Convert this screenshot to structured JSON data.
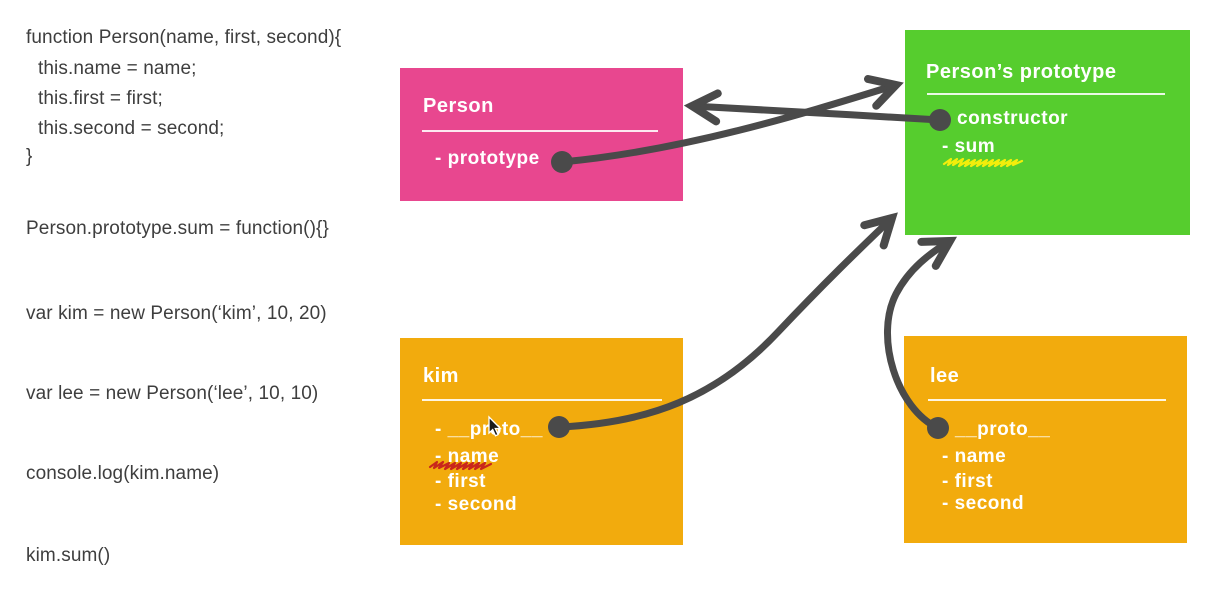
{
  "code": {
    "lines": [
      "function Person(name, first, second){",
      "this.name = name;",
      "this.first = first;",
      "this.second = second;",
      "}",
      "Person.prototype.sum = function(){}",
      "var kim = new Person(‘kim’, 10, 20)",
      "var lee = new Person(‘lee’, 10, 10)",
      "console.log(kim.name)",
      "kim.sum()"
    ]
  },
  "boxes": {
    "person": {
      "title": "Person",
      "props": [
        "- prototype"
      ]
    },
    "person_prototype": {
      "title": "Person’s prototype",
      "props": [
        "constructor",
        "- sum"
      ]
    },
    "kim": {
      "title": "kim",
      "props": [
        "- __proto__",
        "- name",
        "- first",
        "- second"
      ]
    },
    "lee": {
      "title": "lee",
      "props": [
        "__proto__",
        "- name",
        "- first",
        "- second"
      ]
    }
  },
  "colors": {
    "person_box": "#e8478f",
    "prototype_box": "#56cd2e",
    "instance_box": "#f2ab0d",
    "arrow": "#4a4a4a",
    "code_text": "#3e3e3e",
    "box_text": "#ffffff",
    "highlight_yellow": "#f2ee0b",
    "underline_red": "#c9271c"
  }
}
